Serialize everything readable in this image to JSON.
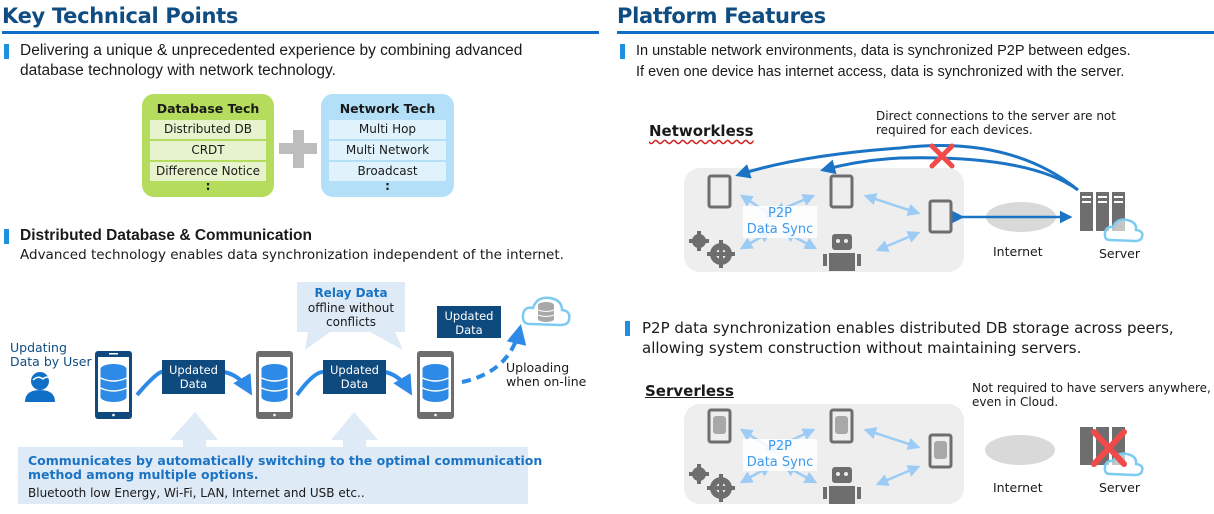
{
  "left": {
    "title": "Key Technical Points",
    "intro": "Delivering a unique & unprecedented experience by combining advanced database technology with network technology.",
    "intro_line1": "Delivering a unique & unprecedented experience by combining advanced",
    "intro_line2": "database technology with network technology.",
    "database_tech": {
      "title": "Database Tech",
      "items": [
        "Distributed DB",
        "CRDT",
        "Difference Notice"
      ],
      "more": ":"
    },
    "plus_icon": "plus-icon",
    "network_tech": {
      "title": "Network Tech",
      "items": [
        "Multi Hop",
        "Multi Network",
        "Broadcast"
      ],
      "more": ":"
    },
    "section2": {
      "heading": "Distributed Database & Communication",
      "subtext": "Advanced technology enables data synchronization independent of the internet."
    },
    "flow": {
      "user_label_line1": "Updating",
      "user_label_line2": "Data by User",
      "updated_data_line1": "Updated",
      "updated_data_line2": "Data",
      "relay_title": "Relay Data",
      "relay_line1": "offline without",
      "relay_line2": "conflicts",
      "upload_line1": "Uploading",
      "upload_line2": "when on-line",
      "icons": [
        "user-icon",
        "phone-database-icon",
        "cloud-database-icon"
      ]
    },
    "comm": {
      "title_line1": "Communicates by automatically switching to the optimal communication",
      "title_line2": "method among multiple options.",
      "options": "Bluetooth low Energy, Wi-Fi, LAN, Internet and USB etc.."
    }
  },
  "right": {
    "title": "Platform Features",
    "intro_line1": "In unstable network environments, data is synchronized P2P between edges.",
    "intro_line2": "If even one device has internet access, data is synchronized with the server.",
    "networkless": {
      "heading": "Networkless",
      "note_line1": "Direct connections to the server are not",
      "note_line2": "required for each devices.",
      "p2p_line1": "P2P",
      "p2p_line2": "Data Sync",
      "internet_label": "Internet",
      "server_label": "Server"
    },
    "section2_line1": "P2P data synchronization enables distributed DB storage across peers,",
    "section2_line2": "allowing system construction without maintaining servers.",
    "serverless": {
      "heading": "Serverless",
      "note_line1": "Not required to have servers anywhere,",
      "note_line2": "even in Cloud.",
      "p2p_line1": "P2P",
      "p2p_line2": "Data Sync",
      "internet_label": "Internet",
      "server_label": "Server"
    }
  },
  "colors": {
    "title_blue": "#0f4c81",
    "rule_blue": "#0f6fc6",
    "bullet_blue": "#1f8fe0",
    "db_green": "#b5dc5c",
    "net_blue": "#b3e0f8",
    "updated_data_bg": "#0f4a7e",
    "comm_bg": "#deeaf6",
    "comm_title": "#1a73c4",
    "x_red": "#f04a4a",
    "p2p_arrow": "#9ccbf5",
    "server_arrow": "#1a73c4"
  }
}
